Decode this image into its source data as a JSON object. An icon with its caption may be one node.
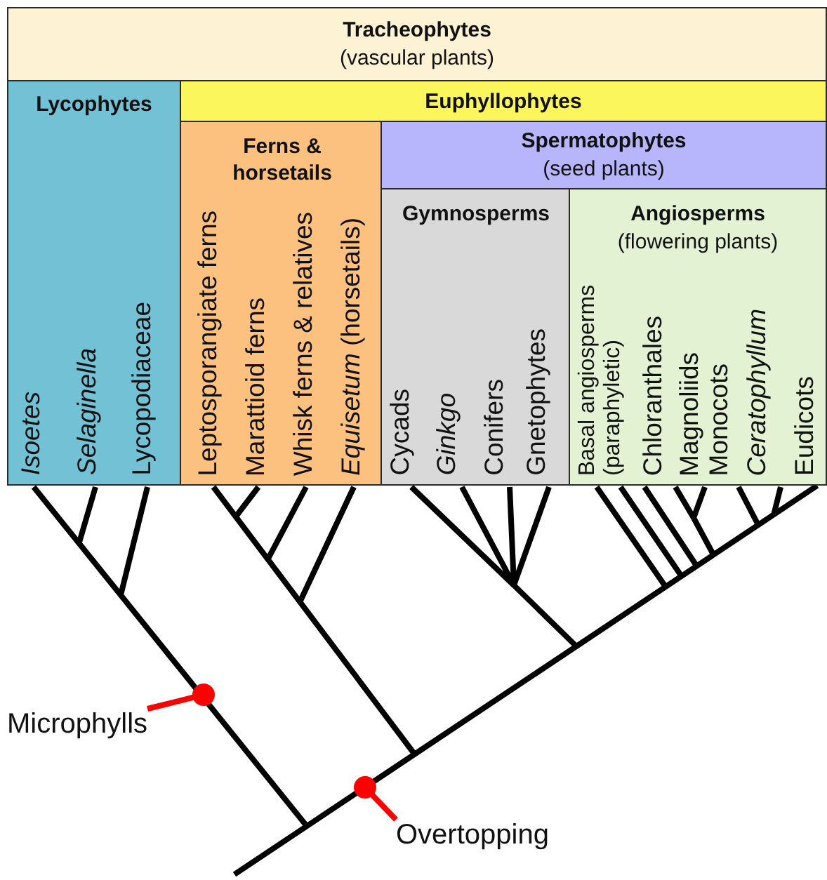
{
  "diagram": {
    "nodes": [
      {
        "text": [
          "Tracheophytes",
          "(vascular plants)"
        ]
      },
      {
        "text": [
          "Lycophytes",
          "Isoetes",
          "Selaginella",
          "Lycopodiaceae"
        ]
      },
      {
        "text": [
          "Euphyllophytes"
        ]
      },
      {
        "text": [
          "Ferns & horsetails",
          "Leptosporangiate ferns",
          "Marattioid ferns",
          "Whisk ferns & relatives",
          "*Equisetum* (horsetails)"
        ]
      },
      {
        "text": [
          "Spermatophytes",
          "(seed plants)"
        ]
      },
      {
        "text": [
          "Gymnosperms",
          "Cycads",
          "Ginkgo",
          "Conifers",
          "Gnetophytes"
        ]
      },
      {
        "text": [
          "Angiosperms",
          "(flowering plants)",
          "Basal angiosperms (paraphyletic)",
          "Chloranthales",
          "Magnoliids",
          "Monocots",
          "Ceratophyllum",
          "Eudicots"
        ]
      },
      {
        "text": [
          "Microphylls"
        ]
      },
      {
        "text": [
          "Overtopping"
        ]
      }
    ],
    "edges": [
      {
        "from": 7,
        "to": null,
        "arrow": "other"
      },
      {
        "from": 8,
        "to": null,
        "arrow": "other"
      }
    ]
  }
}
